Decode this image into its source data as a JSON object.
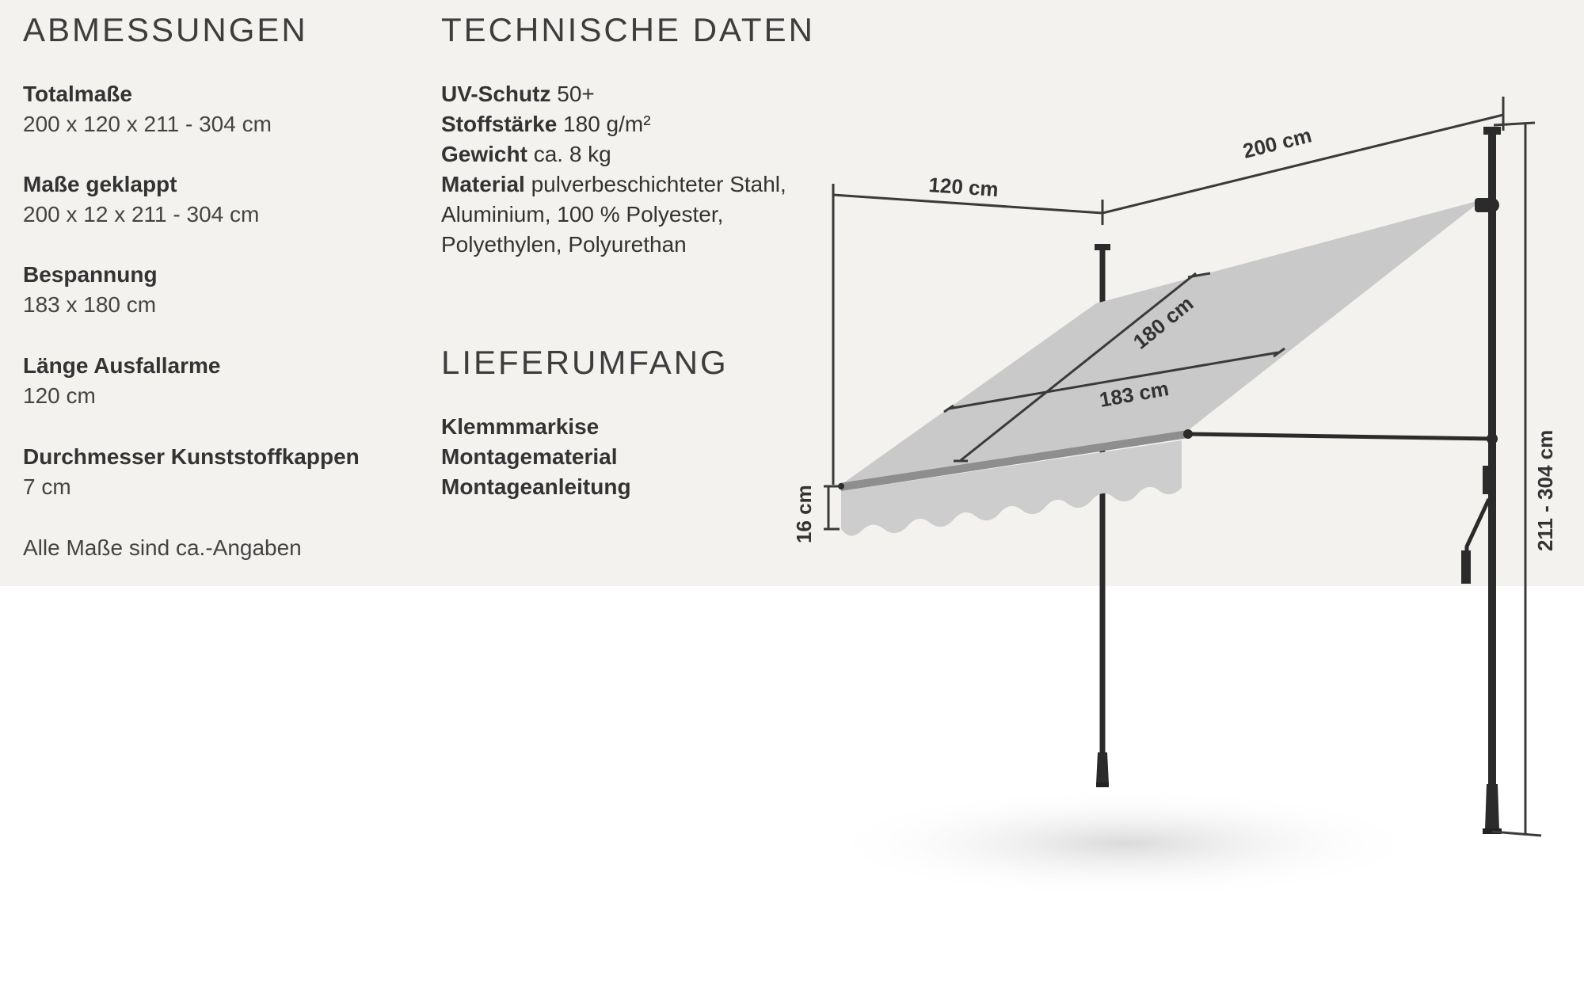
{
  "dimensions": {
    "heading": "ABMESSUNGEN",
    "items": [
      {
        "label": "Totalmaße",
        "value": "200 x 120 x 211 - 304 cm"
      },
      {
        "label": "Maße geklappt",
        "value": "200 x 12 x 211 - 304 cm"
      },
      {
        "label": "Bespannung",
        "value": "183 x 180 cm"
      },
      {
        "label": "Länge Ausfallarme",
        "value": "120 cm"
      },
      {
        "label": "Durchmesser Kunststoffkappen",
        "value": "7 cm"
      }
    ],
    "note": "Alle Maße sind ca.-Angaben"
  },
  "technical": {
    "heading": "TECHNISCHE DATEN",
    "items": [
      {
        "label": "UV-Schutz",
        "value": "50+"
      },
      {
        "label": "Stoffstärke",
        "value": "180 g/m²"
      },
      {
        "label": "Gewicht",
        "value": "ca. 8 kg"
      },
      {
        "label": "Material",
        "value": "pulverbeschichteter Stahl, Aluminium, 100 % Polyester, Polyethylen, Polyurethan"
      }
    ]
  },
  "supply": {
    "heading": "LIEFERUMFANG",
    "items": [
      "Klemmmarkise",
      "Montagematerial",
      "Montageanleitung"
    ]
  },
  "diagram_labels": {
    "width": "200 cm",
    "depth": "120 cm",
    "fabric_depth": "180 cm",
    "fabric_width": "183 cm",
    "valance": "16 cm",
    "height": "211 - 304 cm"
  },
  "colors": {
    "panel_bg": "#f3f2ef",
    "fabric": "#c9c9c9",
    "frame": "#2b2b2b"
  }
}
